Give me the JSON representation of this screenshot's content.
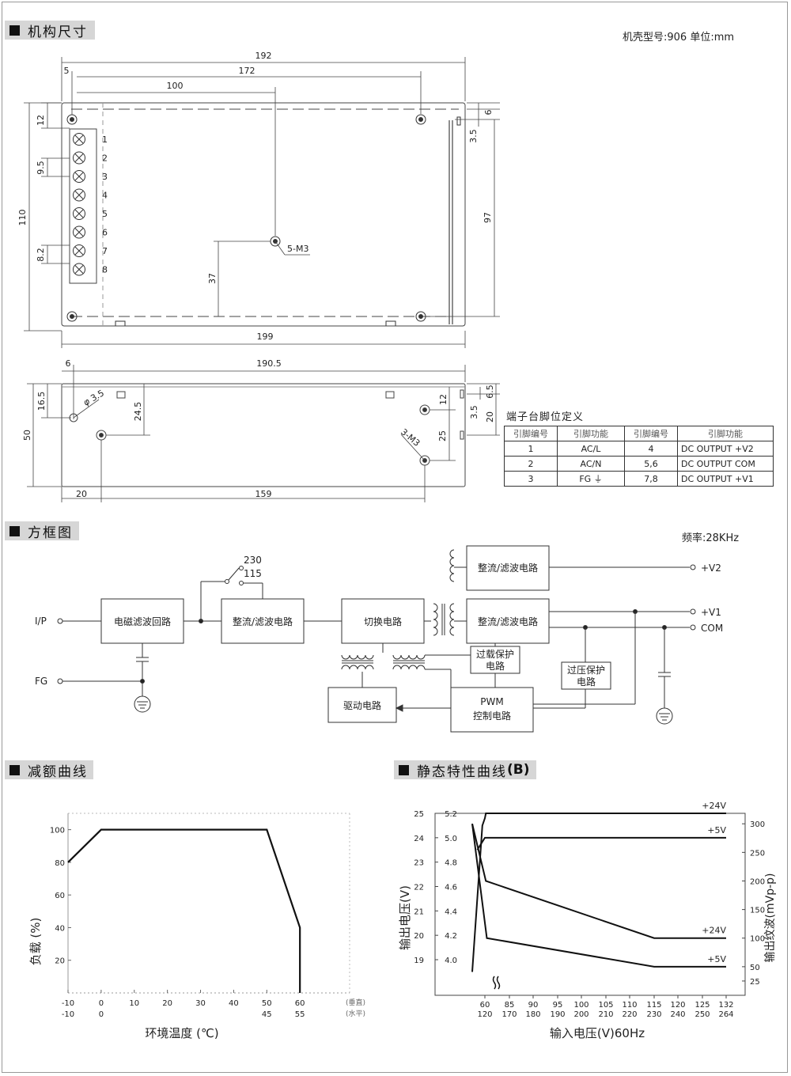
{
  "sections": {
    "mechanical": "机构尺寸",
    "block": "方框图",
    "derating": "减额曲线",
    "static": "静态特性曲线",
    "static_suffix": "(B)"
  },
  "case_note": "机壳型号:906 单位:mm",
  "freq_note": "频率:28KHz",
  "top_view": {
    "dims": {
      "w192": "192",
      "w172": "172",
      "w100": "100",
      "w5": "5",
      "h12": "12",
      "h9_5": "9.5",
      "h8_2": "8.2",
      "h110": "110",
      "h37": "37",
      "h97": "97",
      "h6": "6",
      "h3_5": "3.5",
      "w199": "199",
      "m3": "5-M3"
    },
    "pins": [
      "1",
      "2",
      "3",
      "4",
      "5",
      "6",
      "7",
      "8"
    ]
  },
  "side_view": {
    "dims": {
      "w6": "6",
      "w190_5": "190.5",
      "h16_5": "16.5",
      "d3_5": "3.5",
      "h24_5": "24.5",
      "h50": "50",
      "h12": "12",
      "h3_5": "3.5",
      "h6_5": "6.5",
      "h20": "20",
      "h25": "25",
      "m3": "3-M3",
      "w20": "20",
      "w159": "159"
    }
  },
  "pin_table": {
    "title": "端子台脚位定义",
    "headers": [
      "引脚编号",
      "引脚功能",
      "引脚编号",
      "引脚功能"
    ],
    "rows": [
      [
        "1",
        "AC/L",
        "4",
        "DC OUTPUT +V2"
      ],
      [
        "2",
        "AC/N",
        "5,6",
        "DC OUTPUT COM"
      ],
      [
        "3",
        "FG ⏚",
        "7,8",
        "DC OUTPUT +V1"
      ]
    ]
  },
  "block": {
    "ip": "I/P",
    "fg": "FG",
    "emi": "电磁滤波回路",
    "rect1": "整流/滤波电路",
    "switch": "切换电路",
    "rect2": "整流/滤波电路",
    "rect3": "整流/滤波电路",
    "v230": "230",
    "v115": "115",
    "olp1": "过载保护",
    "olp2": "电路",
    "ovp1": "过压保护",
    "ovp2": "电路",
    "pwm1": "PWM",
    "pwm2": "控制电路",
    "drive": "驱动电路",
    "out_v2": "+V2",
    "out_v1": "+V1",
    "out_com": "COM"
  },
  "derating_chart": {
    "ylabel": "负载 (%)",
    "xlabel": "环境温度 (℃)",
    "vert_tag": "(垂直)",
    "horiz_tag": "(水平)"
  },
  "static_chart": {
    "ylabel_left": "输出电压(V)",
    "ylabel_right": "输出纹波(mVp-p)",
    "xlabel": "输入电压(V)60Hz"
  },
  "chart_data": [
    {
      "type": "line",
      "series": [
        {
          "x": [
            -10,
            0,
            50,
            60,
            60
          ],
          "y": [
            80,
            100,
            100,
            40,
            0
          ]
        }
      ],
      "yticks": [
        20,
        40,
        60,
        80,
        100
      ],
      "xticks_vertical": [
        "-10",
        "0",
        "10",
        "20",
        "30",
        "40",
        "50",
        "60"
      ],
      "xticks_horizontal": [
        "-10",
        "0",
        "45",
        "55"
      ],
      "xlim": [
        -10,
        75
      ],
      "ylim": [
        0,
        110
      ]
    },
    {
      "type": "line",
      "x_ticks_top": [
        "60",
        "85",
        "90",
        "95",
        "100",
        "105",
        "110",
        "115",
        "120",
        "125",
        "132"
      ],
      "x_ticks_bottom": [
        "120",
        "170",
        "180",
        "190",
        "200",
        "210",
        "220",
        "230",
        "240",
        "250",
        "264"
      ],
      "y_left_outer": [
        "25",
        "24",
        "23",
        "22",
        "21",
        "20",
        "19"
      ],
      "y_left_inner": [
        "5.2",
        "5.0",
        "4.8",
        "4.6",
        "4.4",
        "4.2",
        "4.0"
      ],
      "y_right": [
        "300",
        "250",
        "200",
        "150",
        "100",
        "50",
        "25"
      ],
      "ylim_ripple": [
        0,
        310
      ],
      "series": [
        {
          "name": "+24V",
          "axis": "24V output",
          "x": [
            55,
            59,
            60,
            61,
            132
          ],
          "y": [
            18.5,
            24.5,
            24.8,
            25.0,
            25.0
          ]
        },
        {
          "name": "+5V",
          "axis": "5V output",
          "x": [
            57,
            60,
            132
          ],
          "y": [
            4.9,
            5.0,
            5.0
          ]
        },
        {
          "name": "+24V",
          "axis": "ripple",
          "x": [
            55,
            61,
            115,
            132
          ],
          "y": [
            300,
            200,
            100,
            100
          ]
        },
        {
          "name": "+5V",
          "axis": "ripple",
          "x": [
            55,
            62,
            115,
            132
          ],
          "y": [
            300,
            100,
            50,
            50
          ]
        }
      ]
    }
  ]
}
